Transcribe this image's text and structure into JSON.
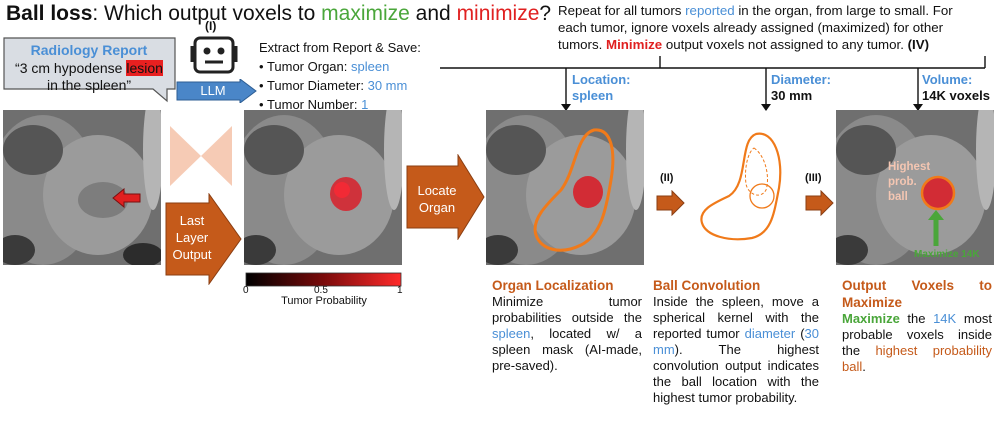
{
  "title": {
    "bold": "Ball loss",
    "part1": ": Which output voxels to ",
    "maximize": "maximize",
    "part2": " and ",
    "minimize": "minimize",
    "part3": "?"
  },
  "top_note": {
    "line1a": "Repeat for all tumors ",
    "reported": "reported",
    "line1b": " in the organ, from large to small. For",
    "line2": "each tumor, ignore voxels already assigned (maximized) for other",
    "line3a": "tumors. ",
    "minimize": "Minimize",
    "line3b": " output voxels not assigned to any tumor.",
    "step": "(IV)"
  },
  "report": {
    "title": "Radiology Report",
    "quote_pre": "“3 cm hypodense ",
    "lesion": "lesion",
    "quote_post": "in the spleen”"
  },
  "robot": {
    "step": "(I)",
    "llm": "LLM"
  },
  "extract": {
    "heading": "Extract from Report & Save:",
    "items": [
      {
        "label": "Tumor Organ: ",
        "value": "spleen"
      },
      {
        "label": "Tumor Diameter: ",
        "value": "30 mm"
      },
      {
        "label": "Tumor Number: ",
        "value": "1"
      }
    ]
  },
  "arrows": {
    "last_layer": "Last Layer Output",
    "locate": "Locate Organ"
  },
  "colorbar": {
    "ticks": [
      "0",
      "0.5",
      "1"
    ],
    "label": "Tumor Probability"
  },
  "headers": {
    "location": {
      "label": "Location:",
      "value": "spleen"
    },
    "diameter": {
      "label": "Diameter:",
      "value": "30 mm"
    },
    "volume": {
      "label": "Volume:",
      "value": "14K voxels"
    }
  },
  "steps": {
    "ii": "(II)",
    "iii": "(III)"
  },
  "overlay": {
    "highest": "Highest prob. ball",
    "maximize": "Maximize 14K"
  },
  "organ_localization": {
    "title": "Organ Localization",
    "p1": "Minimize tumor probabilities outside the ",
    "spleen": "spleen",
    "p2": ", located w/ a spleen mask (AI-made, pre-saved)."
  },
  "ball_convolution": {
    "title": "Ball Convolution",
    "p1": "Inside the spleen, move a spherical kernel with the reported tumor ",
    "diameter": "diameter",
    "p2": " (",
    "mm": "30 mm",
    "p3": "). The highest convolution output indicates the ball location with the highest tumor probability."
  },
  "output_voxels": {
    "title": "Output Voxels to Maximize",
    "max": "Maximize",
    "p1": " the ",
    "k": "14K",
    "p2": " most probable voxels inside the ",
    "ball": "highest probability ball",
    "p3": "."
  },
  "colors": {
    "orange": "#c55a1a",
    "blue": "#4a8fd6",
    "green": "#4aa63a",
    "red": "#e02020"
  }
}
